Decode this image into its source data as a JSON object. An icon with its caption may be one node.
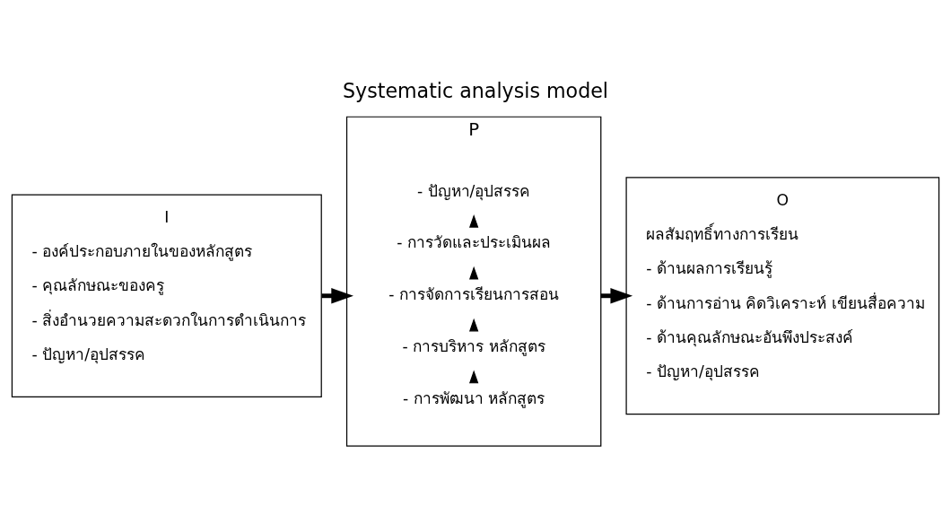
{
  "diagram": {
    "title": "Systematic analysis model",
    "nodes": [
      {
        "text": [
          "I",
          "- องค์ประกอบภายในของหลักสูตร",
          "- คุณลักษณะของครู",
          "- สิ่งอำนวยความสะดวกในการดำเนินการ",
          "- ปัญหา/อุปสรรค"
        ]
      },
      {
        "text": [
          "P"
        ]
      },
      {
        "text": [
          "- การพัฒนา หลักสูตร"
        ],
        "in": 1
      },
      {
        "text": [
          "- การบริหาร หลักสูตร"
        ],
        "in": 1
      },
      {
        "text": [
          "- การจัดการเรียนการสอน"
        ],
        "in": 1
      },
      {
        "text": [
          "- การวัดและประเมินผล"
        ],
        "in": 1
      },
      {
        "text": [
          "- ปัญหา/อุปสรรค"
        ],
        "in": 1
      },
      {
        "text": [
          "O",
          "ผลสัมฤทธิ์ทางการเรียน",
          "- ด้านผลการเรียนรู้",
          "- ด้านการอ่าน คิดวิเคราะห์ เขียนสื่อความ",
          "- ด้านคุณลักษณะอันพึงประสงค์",
          "- ปัญหา/อุปสรรค"
        ]
      }
    ],
    "edges": [
      {
        "from": 0,
        "to": 1,
        "arrow": "to",
        "style": "thick"
      },
      {
        "from": 2,
        "to": 3,
        "arrow": "to"
      },
      {
        "from": 3,
        "to": 4,
        "arrow": "to"
      },
      {
        "from": 4,
        "to": 5,
        "arrow": "to"
      },
      {
        "from": 5,
        "to": 6,
        "arrow": "to"
      },
      {
        "from": 1,
        "to": 7,
        "arrow": "to",
        "style": "thick"
      }
    ]
  }
}
